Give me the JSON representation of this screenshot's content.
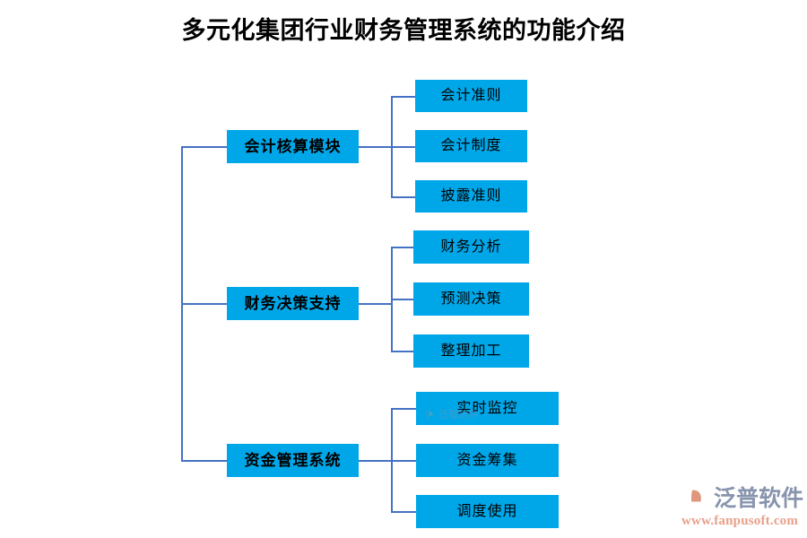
{
  "title": "多元化集团行业财务管理系统的功能介绍",
  "theme": {
    "node_fill": "#00a7e8",
    "node_text": "#000000",
    "connector": "#4472c4",
    "title_text": "#000000",
    "background": "#ffffff",
    "logo_name_color": "#8794ad",
    "logo_url_color": "#e8a08a"
  },
  "diagram": {
    "type": "tree",
    "orientation": "left-to-right",
    "groups": [
      {
        "parent": "会计核算模块",
        "children": [
          "会计准则",
          "会计制度",
          "披露准则"
        ]
      },
      {
        "parent": "财务决策支持",
        "children": [
          "财务分析",
          "预测决策",
          "整理加工"
        ]
      },
      {
        "parent": "资金管理系统",
        "children": [
          "实时监控",
          "资金筹集",
          "调度使用"
        ]
      }
    ]
  },
  "watermark": {
    "text": "泛普软件"
  },
  "logo": {
    "name": "泛普软件",
    "url": "www.fanpusoft.com",
    "icon": "fanpu-logo-icon"
  }
}
